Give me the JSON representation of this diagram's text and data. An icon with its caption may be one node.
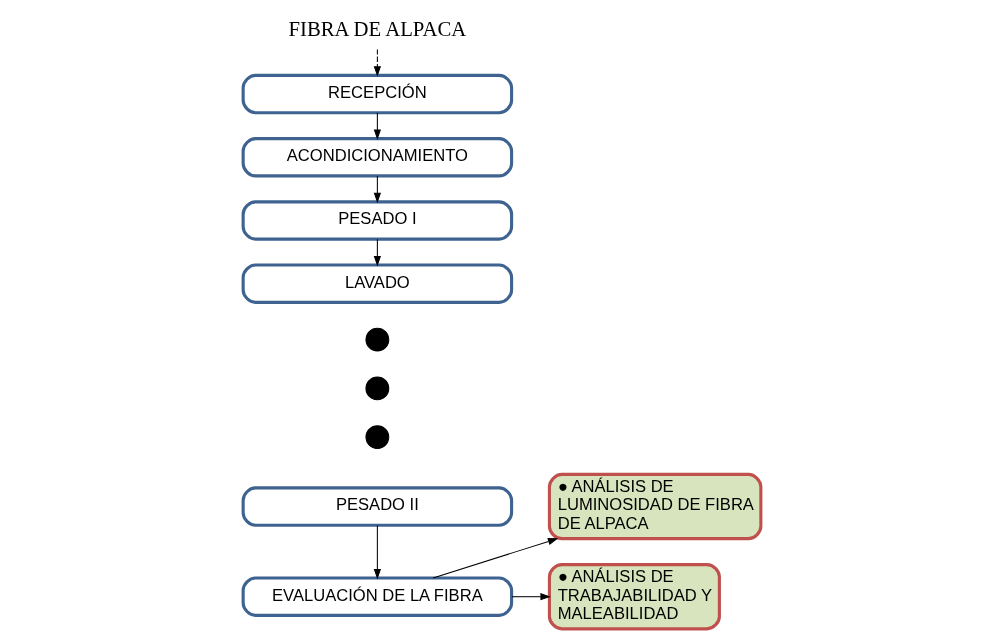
{
  "diagram": {
    "nodes": [
      {
        "text": [
          "FIBRA DE ALPACA"
        ]
      },
      {
        "text": [
          "RECEPCIÓN"
        ]
      },
      {
        "text": [
          "ACONDICIONAMIENTO"
        ]
      },
      {
        "text": [
          "PESADO I"
        ]
      },
      {
        "text": [
          "LAVADO"
        ]
      },
      {
        "text": [],
        "shape": "circle"
      },
      {
        "text": [],
        "shape": "circle"
      },
      {
        "text": [],
        "shape": "circle"
      },
      {
        "text": [
          "PESADO II"
        ]
      },
      {
        "text": [
          "EVALUACIÓN DE LA FIBRA"
        ]
      },
      {
        "text": [
          "● ANÁLISIS DE LUMINOSIDAD DE FIBRA DE ALPACA"
        ]
      },
      {
        "text": [
          "● ANÁLISIS DE TRABAJABILIDAD Y MALEABILIDAD"
        ]
      }
    ],
    "edges": [
      {
        "from": 0,
        "to": 1,
        "arrow": "to",
        "style": "dashed"
      },
      {
        "from": 1,
        "to": 2,
        "arrow": "to"
      },
      {
        "from": 2,
        "to": 3,
        "arrow": "to"
      },
      {
        "from": 3,
        "to": 4,
        "arrow": "to"
      },
      {
        "from": 8,
        "to": 9,
        "arrow": "to"
      },
      {
        "from": 9,
        "to": 10,
        "arrow": "to"
      },
      {
        "from": 9,
        "to": 11,
        "arrow": "to"
      }
    ]
  }
}
